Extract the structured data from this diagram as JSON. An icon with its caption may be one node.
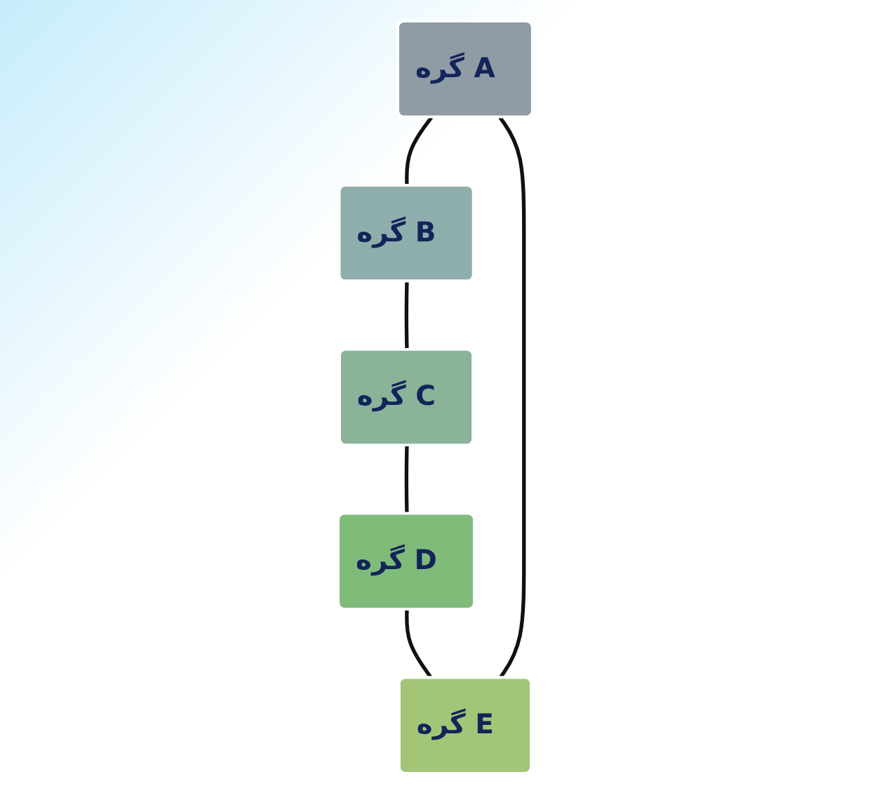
{
  "diagram": {
    "nodes": [
      {
        "text": [
          "گره A"
        ]
      },
      {
        "text": [
          "گره B"
        ]
      },
      {
        "text": [
          "گره C"
        ]
      },
      {
        "text": [
          "گره D"
        ]
      },
      {
        "text": [
          "گره E"
        ]
      }
    ],
    "edges": [
      {
        "from": 0,
        "to": 1,
        "arrow": "none"
      },
      {
        "from": 1,
        "to": 2,
        "arrow": "none"
      },
      {
        "from": 2,
        "to": 3,
        "arrow": "none"
      },
      {
        "from": 3,
        "to": 4,
        "arrow": "none"
      },
      {
        "from": 4,
        "to": 0,
        "arrow": "none"
      }
    ]
  }
}
